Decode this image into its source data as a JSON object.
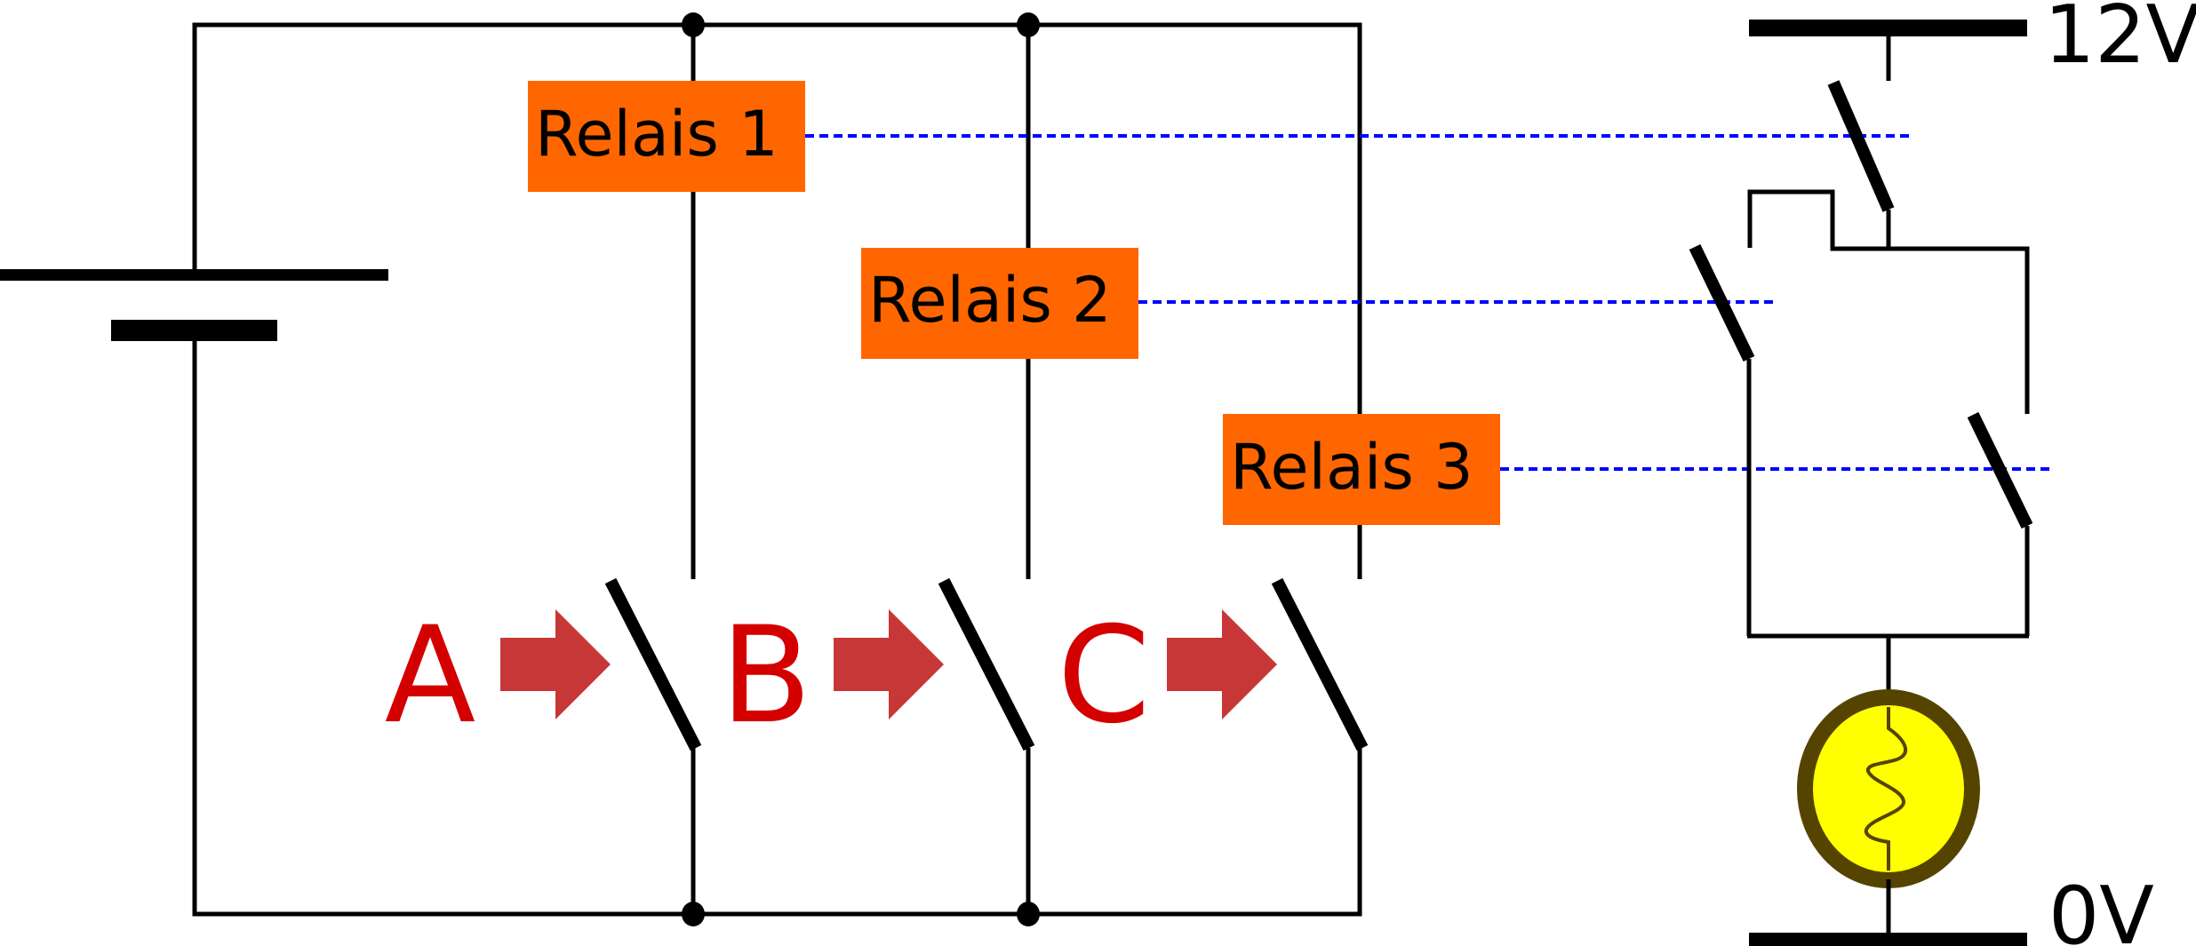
{
  "title": "Relay circuit: three switches controlling a lamp",
  "colors": {
    "relay_box": "#ff6600",
    "control_link": "#0000ff",
    "input_letter": "#d40000",
    "input_arrow": "#c83737",
    "lamp_fill": "#ffff00",
    "lamp_stroke": "#554400"
  },
  "relays": [
    {
      "label": "Relais 1"
    },
    {
      "label": "Relais 2"
    },
    {
      "label": "Relais 3"
    }
  ],
  "inputs": [
    {
      "label": "A"
    },
    {
      "label": "B"
    },
    {
      "label": "C"
    }
  ],
  "supply": {
    "high_label": "12V",
    "low_label": "0V"
  }
}
